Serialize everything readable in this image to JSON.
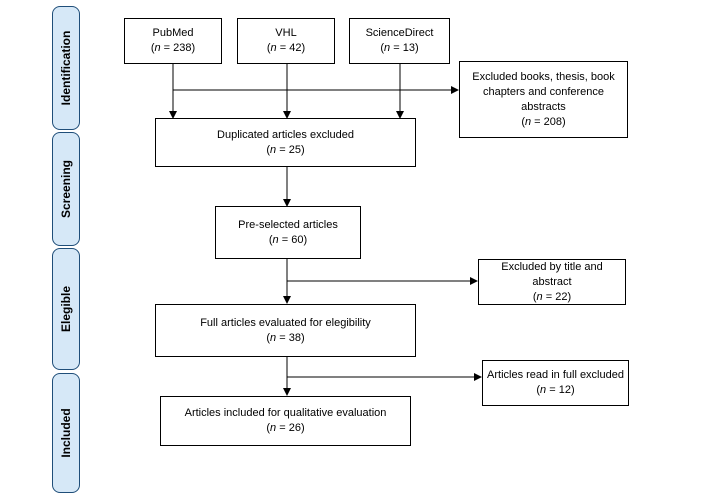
{
  "phases": {
    "identification": "Identification",
    "screening": "Screening",
    "elegible": "Elegible",
    "included": "Included"
  },
  "boxes": {
    "pubmed": {
      "title": "PubMed",
      "n_label": "n",
      "n_value": "= 238)"
    },
    "vhl": {
      "title": "VHL",
      "n_label": "n",
      "n_value": "= 42)"
    },
    "sciencedirect": {
      "title": "ScienceDirect",
      "n_label": "n",
      "n_value": "= 13)"
    },
    "excluded_books": {
      "title": "Excluded books, thesis, book chapters and conference abstracts",
      "n_label": "n",
      "n_value": "= 208)"
    },
    "duplicated": {
      "title": "Duplicated articles excluded",
      "n_label": "n",
      "n_value": "= 25)"
    },
    "preselected": {
      "title": "Pre-selected articles",
      "n_label": "n",
      "n_value": "= 60)"
    },
    "excluded_title": {
      "title": "Excluded by title and abstract",
      "n_label": "n",
      "n_value": "= 22)"
    },
    "full_articles": {
      "title": "Full articles evaluated for elegibility",
      "n_label": "n",
      "n_value": "= 38)"
    },
    "read_full_excluded": {
      "title": "Articles read in full excluded",
      "n_label": "n",
      "n_value": "= 12)"
    },
    "included_articles": {
      "title": "Articles included for qualitative evaluation",
      "n_label": "n",
      "n_value": "= 26)"
    }
  }
}
